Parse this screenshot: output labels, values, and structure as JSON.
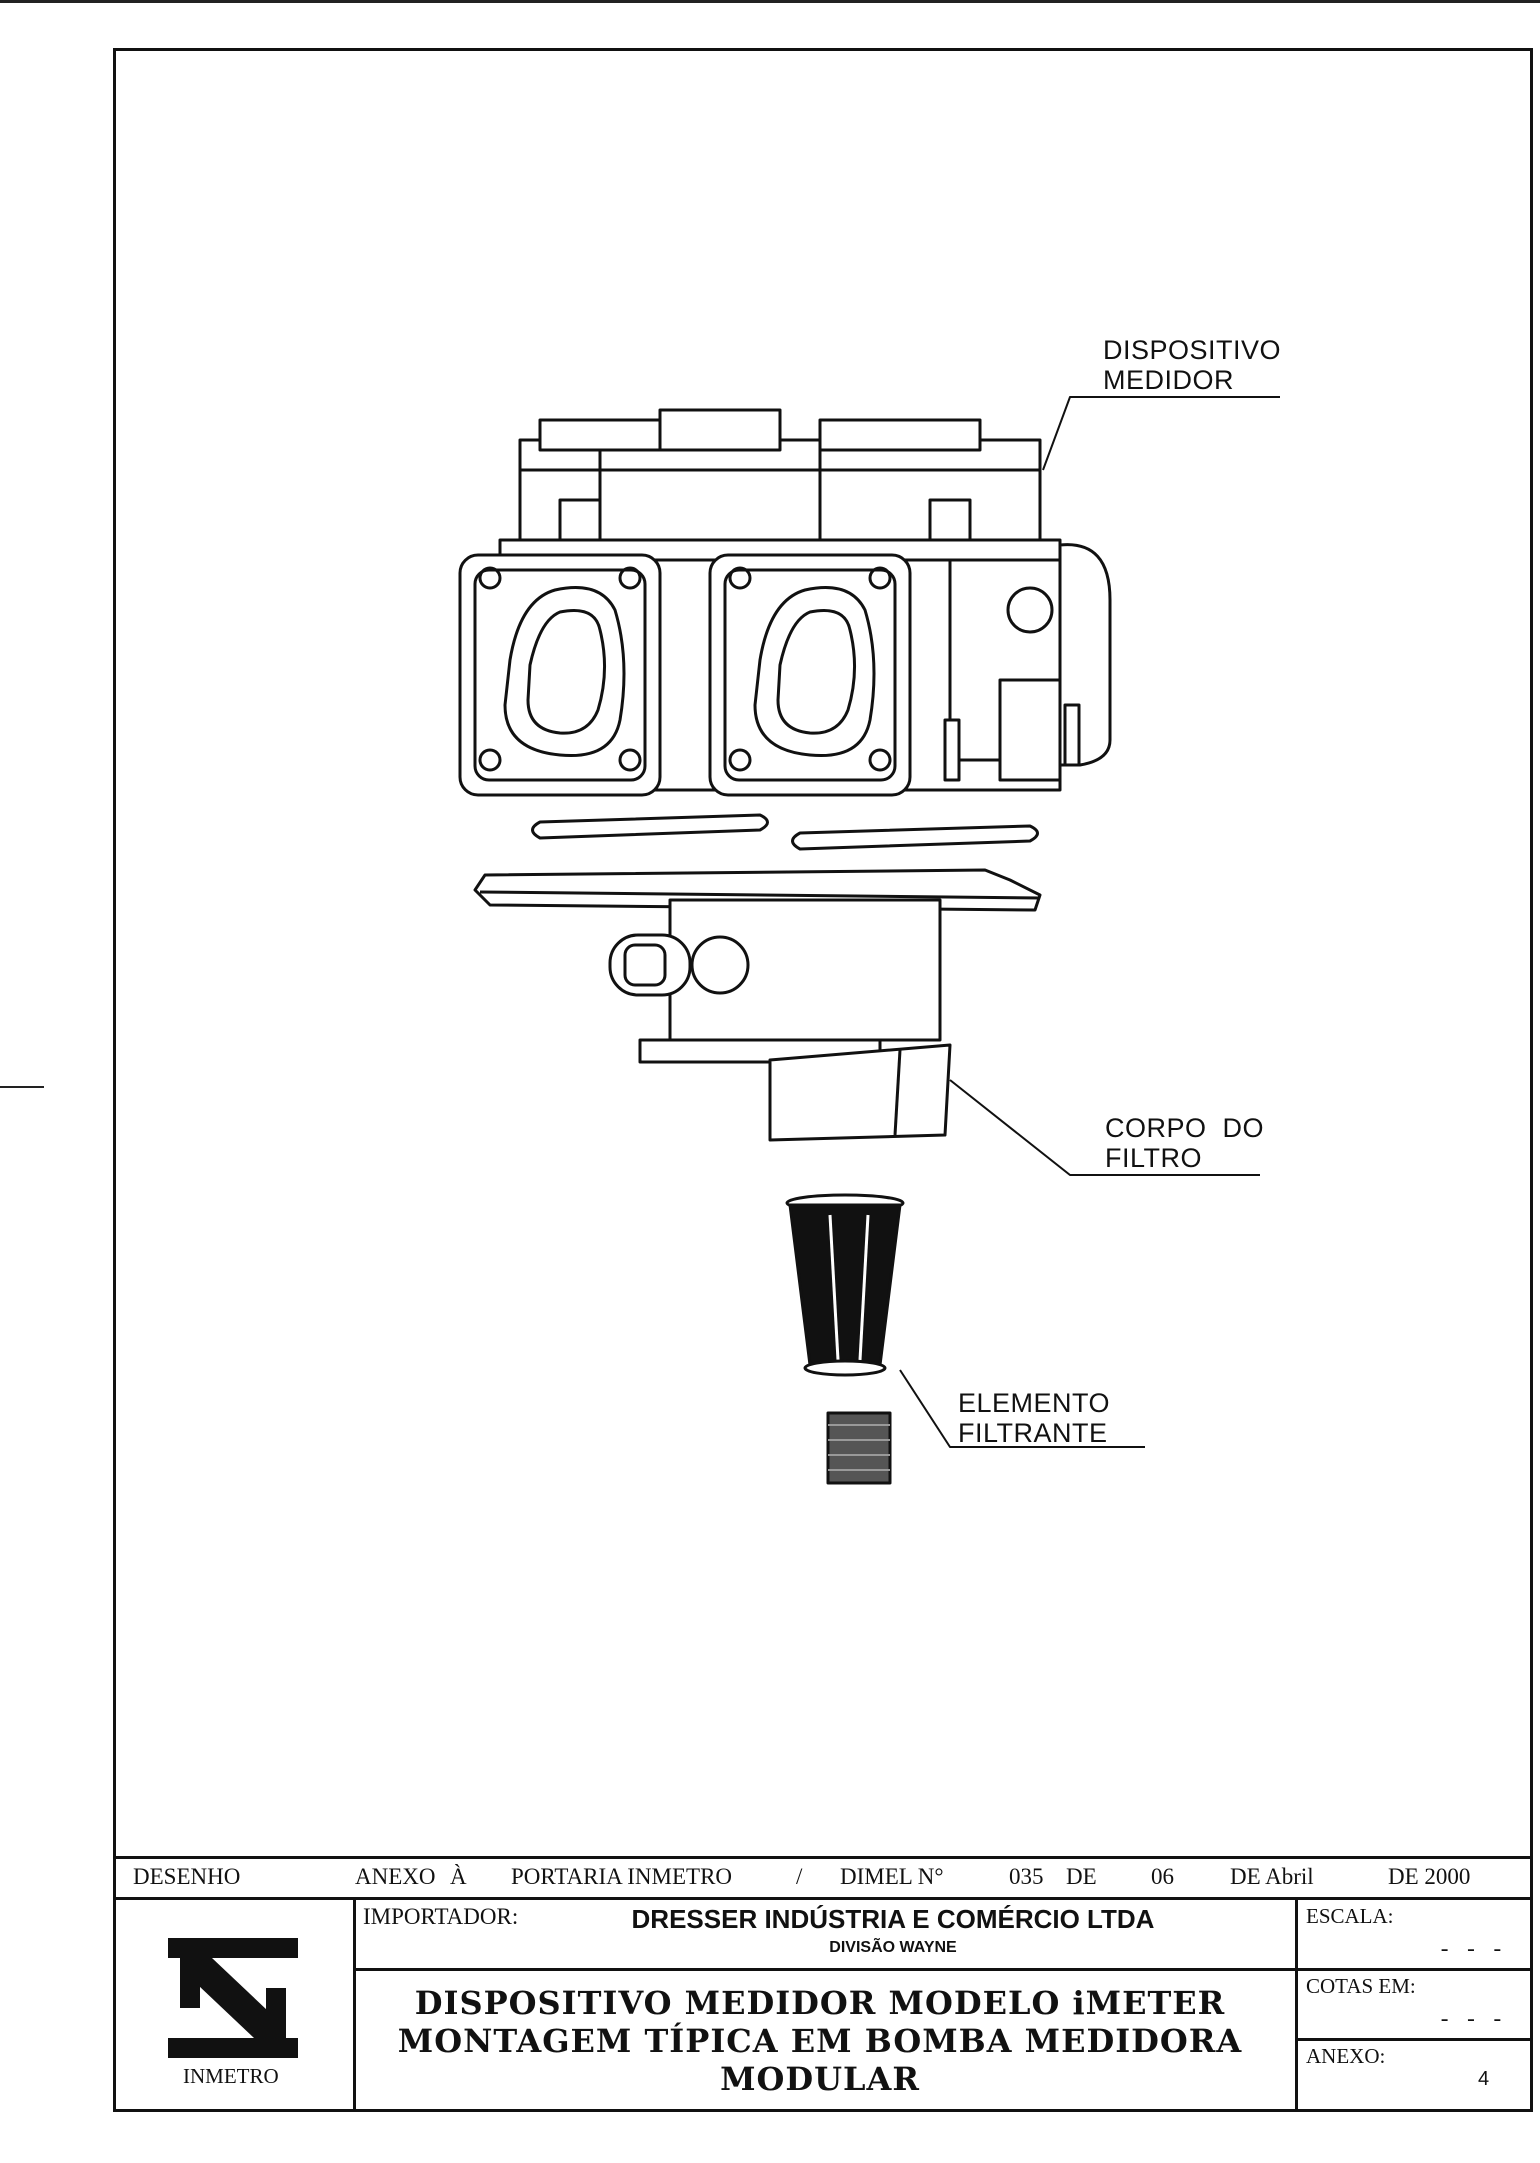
{
  "callouts": {
    "meter": [
      "DISPOSITIVO",
      "MEDIDOR"
    ],
    "filter_body": [
      "CORPO  DO",
      "FILTRO"
    ],
    "filter_element": [
      "ELEMENTO",
      "FILTRANTE"
    ]
  },
  "title_block": {
    "desenho_label": "DESENHO",
    "anexo_ref": "ANEXO",
    "a_word": "À",
    "portaria": "PORTARIA INMETRO",
    "slash": "/",
    "dimel": "DIMEL N°",
    "number": "035",
    "de1": "DE",
    "day": "06",
    "de_month": "DE Abril",
    "de_year": "DE 2000",
    "importer_label": "IMPORTADOR:",
    "importer_name": "DRESSER INDÚSTRIA E COMÉRCIO LTDA",
    "division": "DIVISÃO WAYNE",
    "title_lines": [
      "DISPOSITIVO MEDIDOR MODELO iMETER",
      "MONTAGEM TÍPICA EM BOMBA MEDIDORA",
      "MODULAR"
    ],
    "logo_text": "INMETRO",
    "escala_label": "ESCALA:",
    "escala_value": "- - -",
    "cotas_label": "COTAS EM:",
    "cotas_value": "- - -",
    "anexo_label": "ANEXO:",
    "anexo_value": "4"
  }
}
